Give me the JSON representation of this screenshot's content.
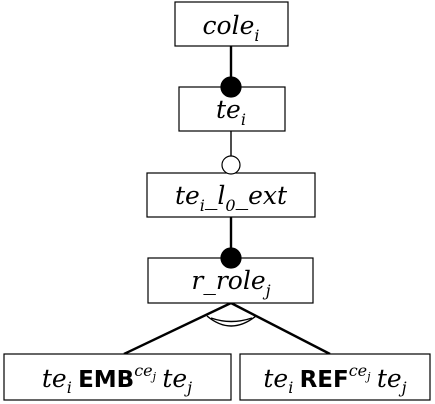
{
  "nodes": {
    "cole": {
      "base": "cole",
      "sub": "i"
    },
    "te": {
      "base": "te",
      "sub": "i"
    },
    "te_ext": {
      "base": "te",
      "sub": "i",
      "rest": "_l",
      "sub2": "0",
      "tail": "_ext"
    },
    "r_role": {
      "base": "r_role",
      "sub": "j"
    },
    "emb": {
      "left": "te",
      "left_sub": "i",
      "op": "EMB",
      "op_sup": "ce",
      "op_sup_sub": "j",
      "right": "te",
      "right_sub": "j"
    },
    "ref": {
      "left": "te",
      "left_sub": "i",
      "op": "REF",
      "op_sup": "ce",
      "op_sup_sub": "j",
      "right": "te",
      "right_sub": "j"
    }
  },
  "connectors": {
    "cole_to_te": "filled-circle",
    "te_to_te_ext": "hollow-circle",
    "te_ext_to_r_role": "filled-circle",
    "r_role_children": "xor-arc"
  }
}
